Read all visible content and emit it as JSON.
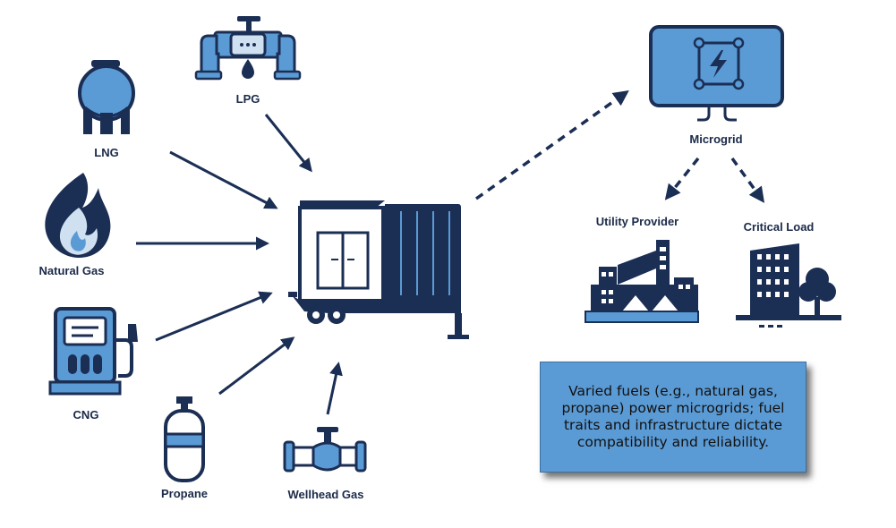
{
  "sources": {
    "lpg": "LPG",
    "lng": "LNG",
    "natural_gas": "Natural Gas",
    "cng": "CNG",
    "propane": "Propane",
    "wellhead_gas": "Wellhead Gas"
  },
  "targets": {
    "microgrid": "Microgrid",
    "utility_provider": "Utility Provider",
    "critical_load": "Critical Load"
  },
  "callout": {
    "text": "Varied fuels (e.g., natural gas, propane) power microgrids; fuel traits and infrastructure dictate compatibility and reliability."
  },
  "colors": {
    "navy": "#1b2e54",
    "light_blue": "#5b9bd5",
    "pale_blue": "#cfe0f1"
  },
  "icons": [
    "lpg-pipe-icon",
    "lng-tank-icon",
    "natural-gas-flame-icon",
    "cng-pump-icon",
    "propane-cylinder-icon",
    "wellhead-pipe-icon",
    "generator-trailer-icon",
    "microgrid-monitor-icon",
    "utility-factory-icon",
    "critical-load-building-icon"
  ]
}
